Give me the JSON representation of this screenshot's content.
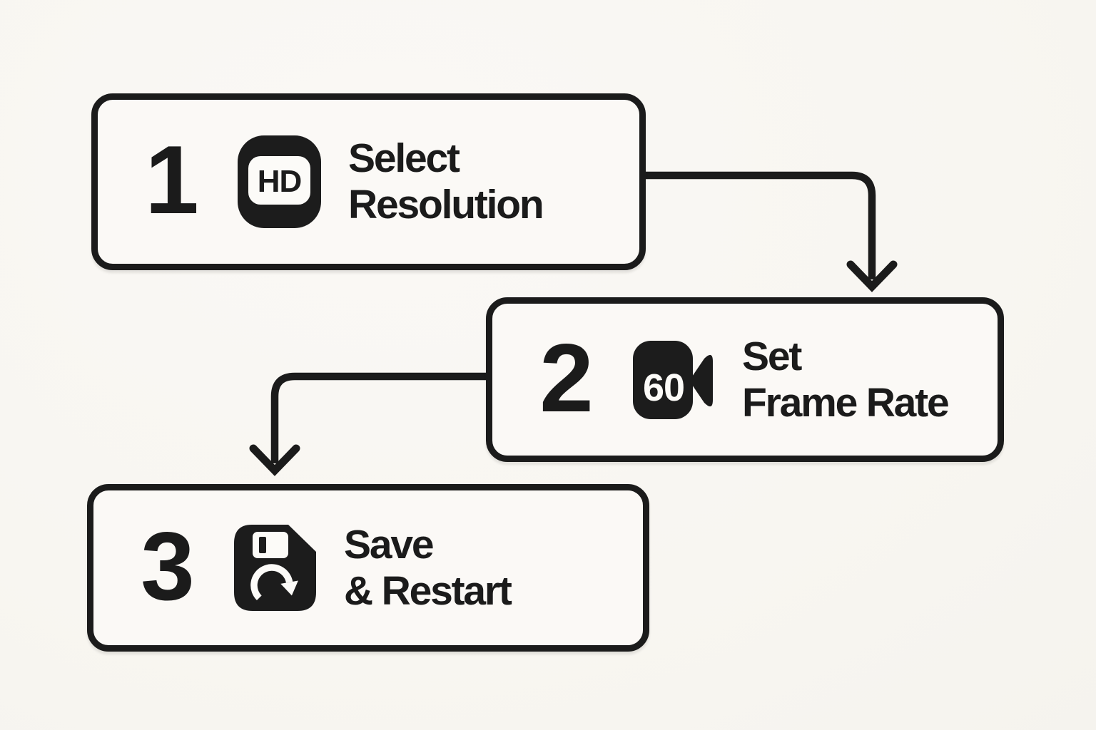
{
  "page": {
    "background_color": "#f8f6f1",
    "ink_color": "#1b1b1b",
    "box_fill_color": "#fbf9f6"
  },
  "steps": [
    {
      "number": "1",
      "icon": "hd-resolution-icon",
      "icon_text": "HD",
      "label_line1": "Select",
      "label_line2": "Resolution"
    },
    {
      "number": "2",
      "icon": "framerate-60-camera-icon",
      "icon_text": "60",
      "label_line1": "Set",
      "label_line2": "Frame Rate"
    },
    {
      "number": "3",
      "icon": "save-restart-icon",
      "icon_text": "",
      "label_line1": "Save",
      "label_line2": "& Restart"
    }
  ],
  "connectors": [
    {
      "from": "step-1-select-resolution",
      "to": "step-2-set-frame-rate"
    },
    {
      "from": "step-2-set-frame-rate",
      "to": "step-3-save-and-restart"
    }
  ]
}
